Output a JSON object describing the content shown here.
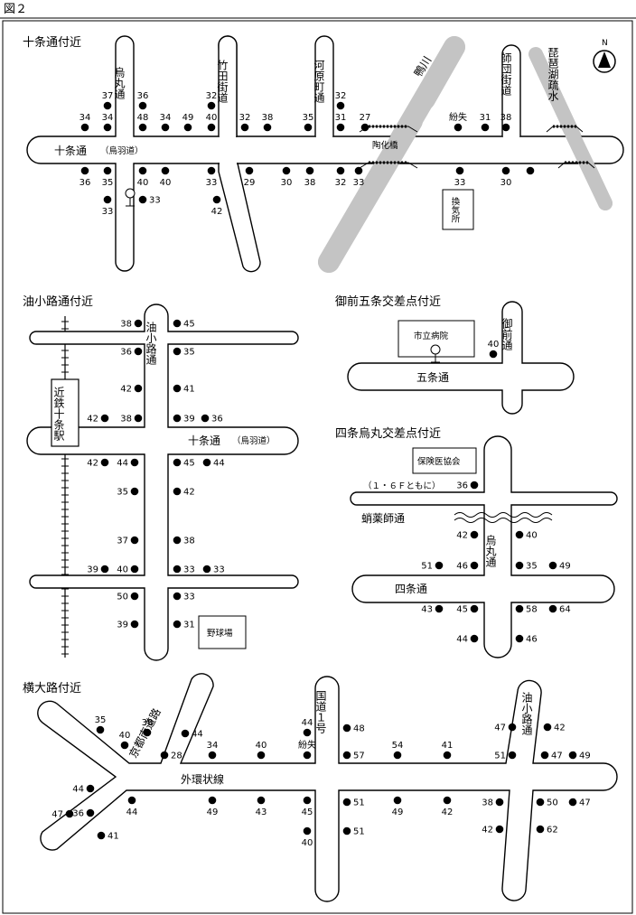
{
  "figure_label": "図２",
  "north_label": "N",
  "sections": [
    {
      "title": "十条通付近",
      "roads": [
        "烏丸通",
        "竹田街道",
        "河原町通",
        "師団街道"
      ],
      "main_road": "十条通",
      "main_road_sub": "（烏羽道）",
      "river": "鴨川",
      "canal": "琵琶湖疏水",
      "bridge": "陶化橋",
      "facility": "換気所",
      "points": [
        "34",
        "34",
        "37",
        "36",
        "48",
        "34",
        "49",
        "40",
        "32",
        "32",
        "38",
        "35",
        "32",
        "31",
        "27",
        "紛失",
        "31",
        "38",
        "36",
        "35",
        "33",
        "40",
        "33",
        "40",
        "33",
        "42",
        "29",
        "30",
        "38",
        "32",
        "33",
        "33",
        "30"
      ]
    },
    {
      "title": "油小路通付近",
      "road_v": "油小路通",
      "road_h": "十条通",
      "road_h_sub": "（烏羽道）",
      "station": "近鉄十条駅",
      "facility": "野球場",
      "points": [
        "38",
        "45",
        "36",
        "35",
        "42",
        "41",
        "42",
        "38",
        "39",
        "36",
        "42",
        "44",
        "45",
        "44",
        "35",
        "42",
        "37",
        "38",
        "39",
        "40",
        "33",
        "33",
        "50",
        "33",
        "39",
        "31"
      ]
    },
    {
      "title": "御前五条交差点付近",
      "road_v": "御前通",
      "road_h": "五条通",
      "facility": "市立病院",
      "points": [
        "40"
      ]
    },
    {
      "title": "四条烏丸交差点付近",
      "road_v": "烏丸通",
      "road_h": "四条通",
      "side_road": "蛸薬師通",
      "facility": "保険医協会",
      "note": "（１・６Ｆともに）",
      "points": [
        "36",
        "42",
        "40",
        "51",
        "46",
        "35",
        "49",
        "43",
        "45",
        "58",
        "64",
        "44",
        "46"
      ]
    },
    {
      "title": "横大路付近",
      "road_main": "外環状線",
      "road_diag": "京都南道路",
      "road_v1": "国道１号",
      "road_v2": "油小路通",
      "points": [
        "35",
        "38",
        "40",
        "44",
        "28",
        "34",
        "40",
        "紛失",
        "44",
        "48",
        "57",
        "54",
        "41",
        "47",
        "42",
        "51",
        "47",
        "49",
        "44",
        "36",
        "47",
        "41",
        "44",
        "49",
        "43",
        "45",
        "40",
        "51",
        "51",
        "49",
        "42",
        "38",
        "50",
        "47",
        "42",
        "62"
      ]
    }
  ]
}
